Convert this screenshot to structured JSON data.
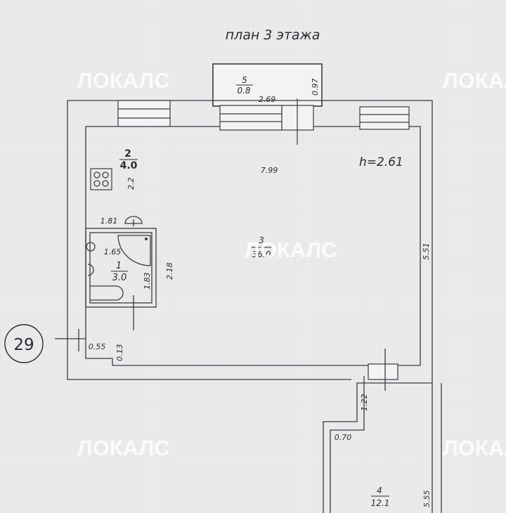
{
  "title": "план 3 этажа",
  "height_label": "h=2.61",
  "apartment_number": "29",
  "watermark": "ЛОКАЛС",
  "rooms": [
    {
      "number": "1",
      "area": "3.0"
    },
    {
      "number": "2",
      "area": "4.0"
    },
    {
      "number": "3",
      "area": "36.0"
    },
    {
      "number": "4",
      "area": "12.1"
    },
    {
      "number": "5",
      "area": "0.8"
    }
  ],
  "dimensions": {
    "balcony_width": "2.69",
    "balcony_depth": "0.97",
    "main_width": "7.99",
    "main_depth": "5.51",
    "kitchen_depth": "2.2",
    "bath_width": "1.81",
    "bath_inner": "1.65",
    "bath_height_inner": "1.83",
    "bath_height_outer": "2.18",
    "wall_step_x": "0.55",
    "wall_step_y": "0.13",
    "corridor_step": "1.22",
    "corridor_offset": "0.70",
    "corridor_depth": "5.55"
  }
}
